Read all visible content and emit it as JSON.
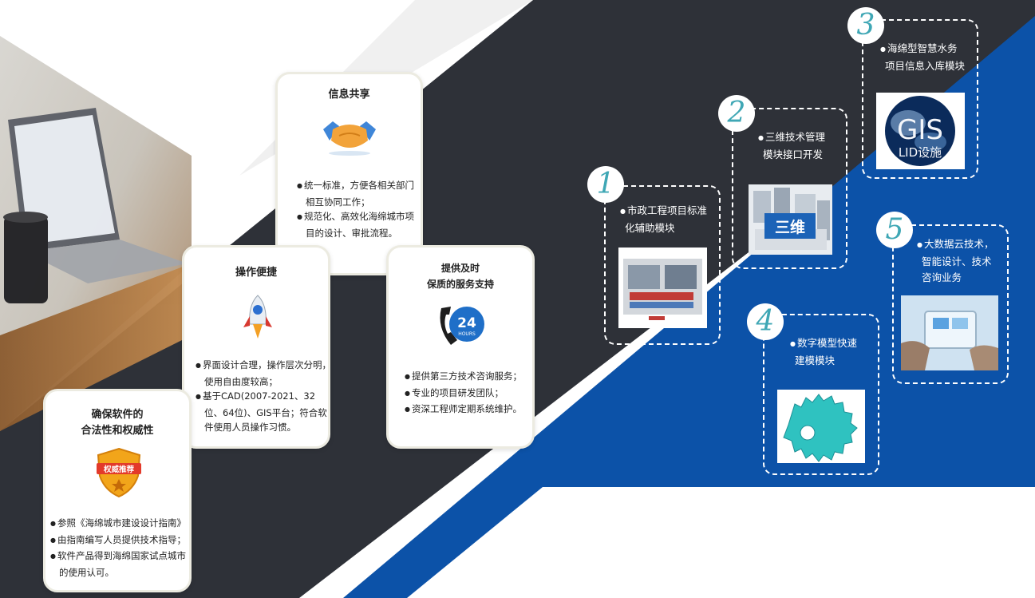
{
  "colors": {
    "dark": "#2e3138",
    "blue": "#0c52a8",
    "teal": "#3fa7b5",
    "card_border": "#ecebe1"
  },
  "cards": [
    {
      "title_lines": [
        "信息共享"
      ],
      "icon": "handshake-icon",
      "items": [
        "统一标准，方便各相关部门相互协同工作；",
        "规范化、高效化海绵城市项目的设计、审批流程。"
      ]
    },
    {
      "title_lines": [
        "操作便捷"
      ],
      "icon": "rocket-icon",
      "items": [
        "界面设计合理，操作层次分明，使用自由度较高；",
        "基于CAD(2007-2021、32位、64位)、GIS平台；符合软件使用人员操作习惯。"
      ]
    },
    {
      "title_lines": [
        "提供及时",
        "保质的服务支持"
      ],
      "icon": "phone-24-hours-icon",
      "icon_text": [
        "24",
        "HOURS"
      ],
      "items": [
        "提供第三方技术咨询服务；",
        "专业的项目研发团队；",
        "资深工程师定期系统维护。"
      ]
    },
    {
      "title_lines": [
        "确保软件的",
        "合法性和权威性"
      ],
      "icon": "shield-badge-icon",
      "badge_text": "权威推荐",
      "items": [
        "参照《海绵城市建设设计指南》",
        "由指南编写人员提供技术指导；",
        "软件产品得到海绵国家试点城市的使用认可。"
      ]
    }
  ],
  "modules": [
    {
      "number": "1",
      "lines": [
        "市政工程项目标准",
        "化辅助模块"
      ],
      "image": "municipal-tunnel-image"
    },
    {
      "number": "2",
      "lines": [
        "三维技术管理",
        "模块接口开发"
      ],
      "image": "3d-buildings-image",
      "image_text": "三维"
    },
    {
      "number": "3",
      "lines": [
        "海绵型智慧水务",
        "项目信息入库模块"
      ],
      "image": "gis-globe-image",
      "image_text": [
        "GIS",
        "LID设施"
      ]
    },
    {
      "number": "4",
      "lines": [
        "数字模型快速",
        "建模模块"
      ],
      "image": "gear-model-image"
    },
    {
      "number": "5",
      "lines": [
        "大数据云技术，",
        "智能设计、技术",
        "咨询业务"
      ],
      "image": "tablet-touch-image"
    }
  ]
}
